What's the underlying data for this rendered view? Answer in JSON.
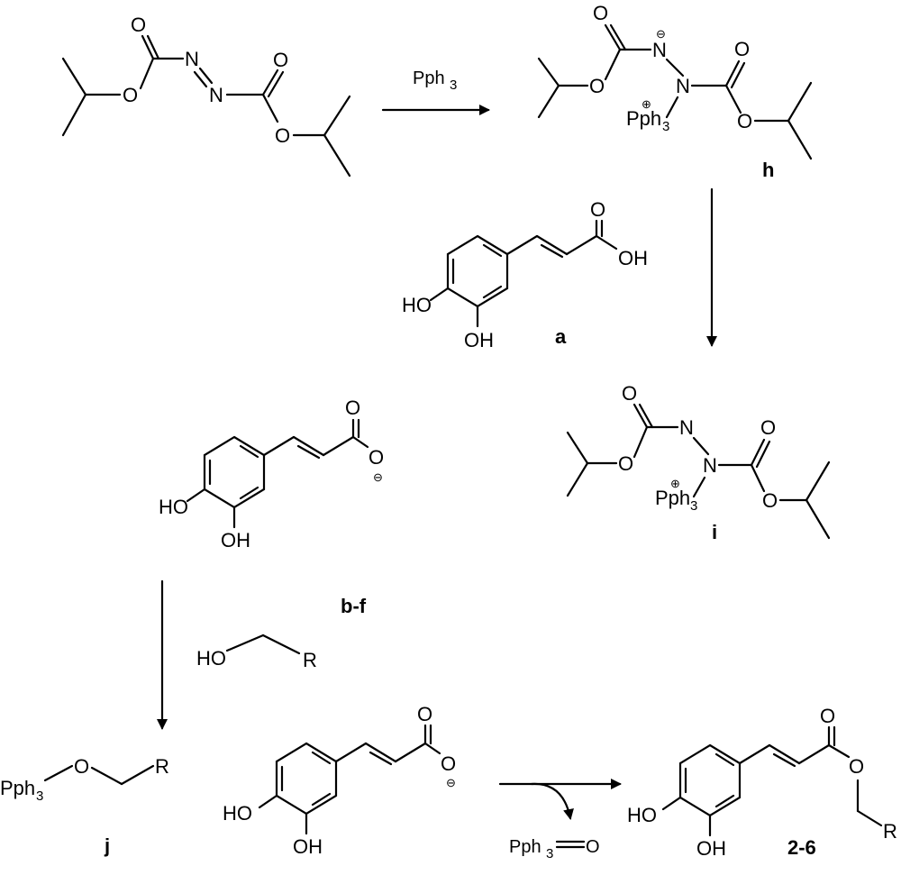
{
  "reagent": {
    "label": "Pph",
    "sub": "3"
  },
  "atoms": {
    "O": "O",
    "N": "N",
    "HO": "HO",
    "OH": "OH",
    "R": "R",
    "P": "Pph",
    "three": "3"
  },
  "charges": {
    "minus": "⊖",
    "plus": "⊕"
  },
  "compounds": {
    "h": "h",
    "a": "a",
    "i": "i",
    "bf": "b-f",
    "j": "j",
    "product": "2-6"
  },
  "byproduct": {
    "label": "Pph",
    "sub": "3",
    "oxygen": "O"
  }
}
